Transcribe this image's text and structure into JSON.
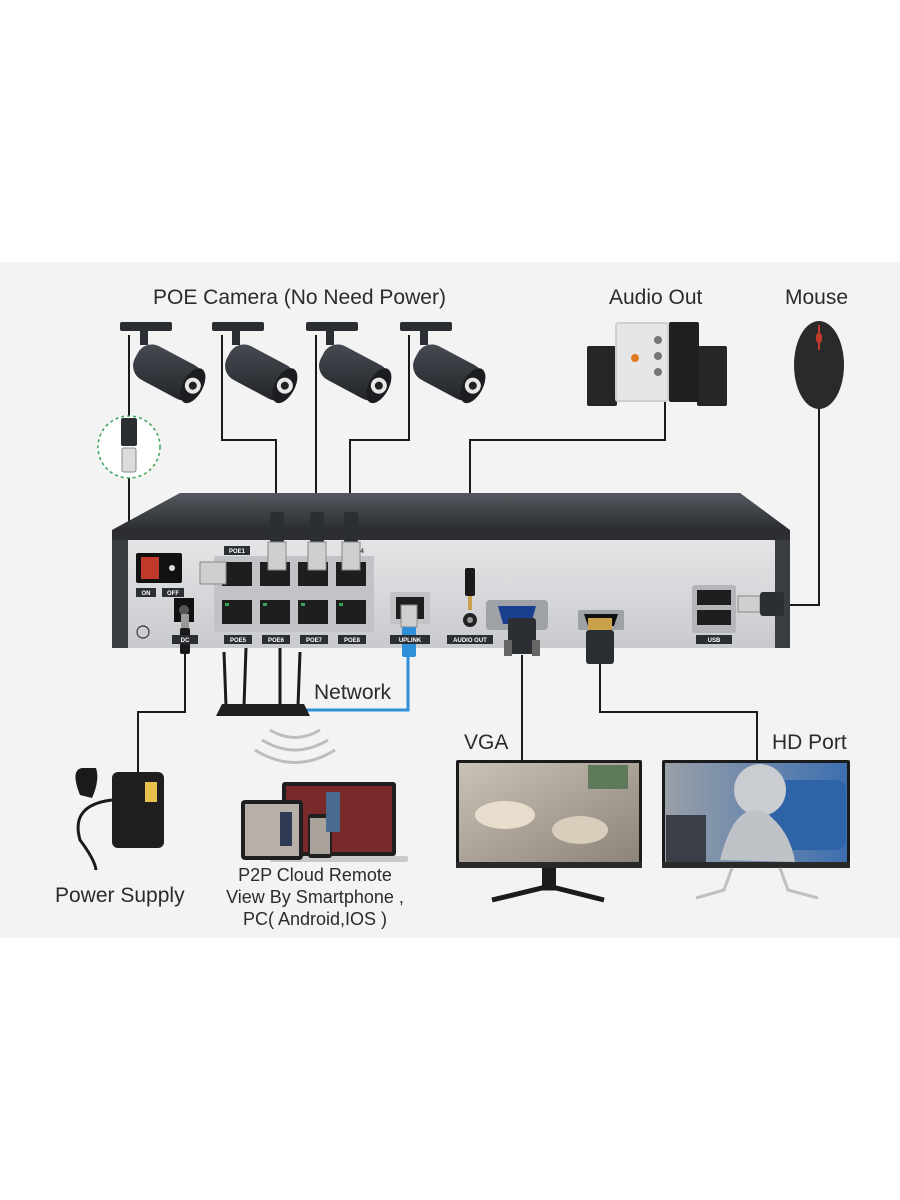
{
  "title": "POE Camera (No Need Power)",
  "labels": {
    "audio_out": "Audio Out",
    "mouse": "Mouse",
    "network": "Network",
    "vga": "VGA",
    "hd_port": "HD Port",
    "power_supply": "Power Supply",
    "p2p_line1": "P2P Cloud Remote",
    "p2p_line2": "View By Smartphone ,",
    "p2p_line3": "PC( Android,IOS )"
  },
  "panel_labels": {
    "on": "ON",
    "off": "OFF",
    "dc": "DC",
    "poe1": "POE1",
    "poe4": "4",
    "poe5": "POE5",
    "poe6": "POE6",
    "poe7": "POE7",
    "poe8": "POE8",
    "uplink": "UPLINK",
    "audio_out_port": "AUDIO OUT",
    "usb": "USB"
  },
  "colors": {
    "panel_bg": "#f3f3f3",
    "nvr_body": "#3a3d42",
    "nvr_face": "#d9dadc",
    "camera": "#2b2e33",
    "cable": "#1a1a1a",
    "network_cable": "#2f8fd8"
  }
}
